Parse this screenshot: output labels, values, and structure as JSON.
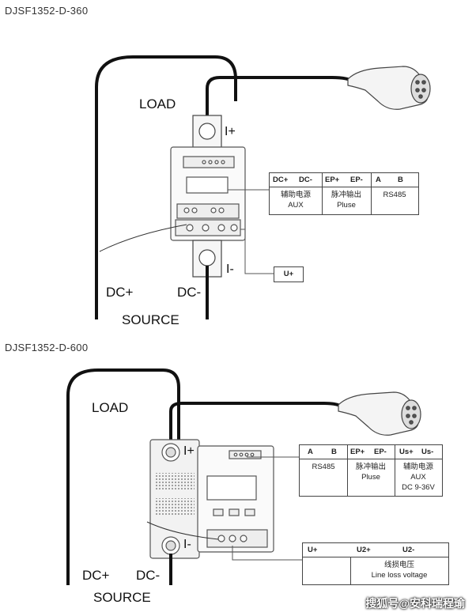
{
  "diagram_top": {
    "model": "DJSF1352-D-360",
    "load": "LOAD",
    "i_plus": "I+",
    "i_minus": "I-",
    "dc_plus": "DC+",
    "dc_minus": "DC-",
    "source": "SOURCE",
    "u_plus_box": "U+",
    "table": {
      "headers": [
        "DC+",
        "DC-",
        "EP+",
        "EP-",
        "A",
        "B"
      ],
      "aux_cn": "辅助电源",
      "aux_en": "AUX",
      "pulse_cn": "脉冲输出",
      "pulse_en": "Pluse",
      "rs485": "RS485"
    }
  },
  "diagram_bottom": {
    "model": "DJSF1352-D-600",
    "load": "LOAD",
    "i_plus": "I+",
    "i_minus": "I-",
    "dc_plus": "DC+",
    "dc_minus": "DC-",
    "source": "SOURCE",
    "table_top": {
      "headers": [
        "A",
        "B",
        "EP+",
        "EP-",
        "Us+",
        "Us-"
      ],
      "rs485": "RS485",
      "pulse_cn": "脉冲输出",
      "pulse_en": "Pluse",
      "aux_cn": "辅助电源",
      "aux_en": "AUX",
      "aux_range": "DC 9-36V"
    },
    "table_bottom": {
      "headers": [
        "U+",
        "U2+",
        "U2-"
      ],
      "line_loss_cn": "线损电压",
      "line_loss_en": "Line loss voltage"
    }
  },
  "watermark": "搜狐号@安科瑞程瑜"
}
